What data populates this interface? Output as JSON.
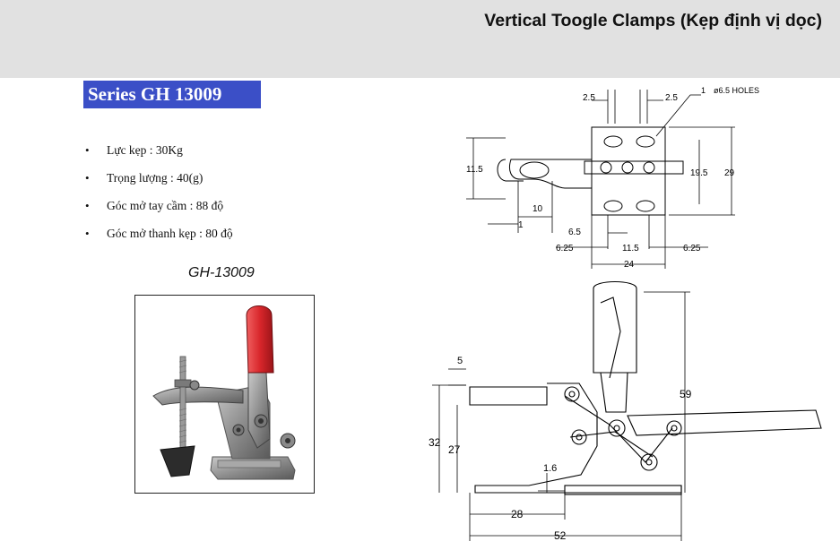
{
  "header": {
    "title": "Vertical Toogle Clamps (Kẹp định vị dọc)"
  },
  "series": {
    "label": "Series GH 13009"
  },
  "specs": [
    "Lực kẹp : 30Kg",
    "Trọng lượng : 40(g)",
    "Góc mở tay cầm : 88 độ",
    "Góc mở thanh kẹp : 80 độ"
  ],
  "photo": {
    "caption": "GH-13009"
  },
  "top_drawing": {
    "dims": [
      "2.5",
      "2.5",
      "1",
      "ø6.5 HOLES",
      "11.5",
      "19.5",
      "29",
      "10",
      "1",
      "6.5",
      "6.25",
      "11.5",
      "6.25",
      "24"
    ]
  },
  "side_drawing": {
    "dims": [
      "5",
      "59",
      "32",
      "27",
      "1.6",
      "28",
      "52"
    ]
  },
  "colors": {
    "header_bg": "#e1e1e1",
    "series_bg": "#3b4fc7",
    "handle_grip": "#d8262b"
  }
}
